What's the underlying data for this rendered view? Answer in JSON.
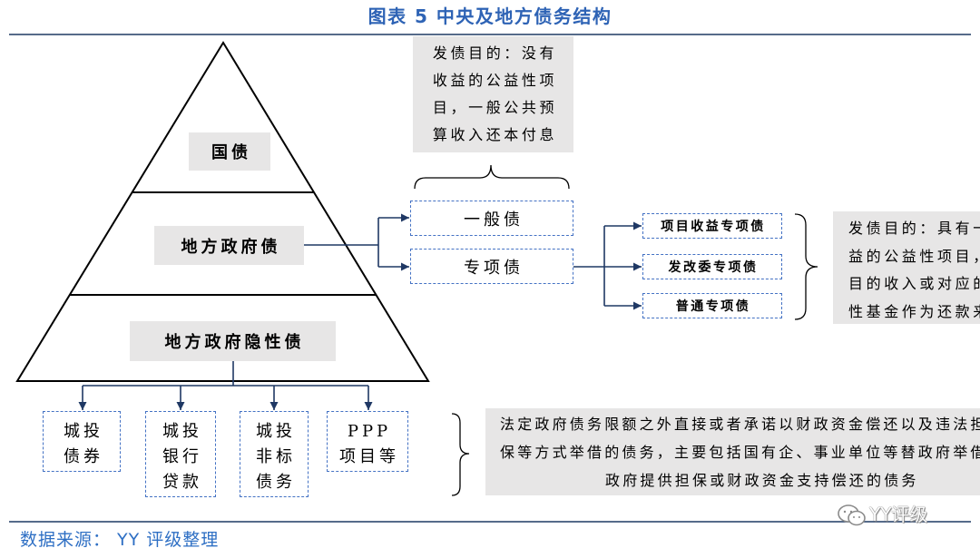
{
  "title": "图表 5 中央及地方债务结构",
  "pyramid": {
    "levels": [
      {
        "label": "国债"
      },
      {
        "label": "地方政府债"
      },
      {
        "label": "地方政府隐性债"
      }
    ]
  },
  "local_government_debt": {
    "general": {
      "label": "一般债",
      "purpose_lines": [
        "发债目的：没有",
        "收益的公益性项",
        "目，一般公共预",
        "算收入还本付息"
      ]
    },
    "special": {
      "label": "专项债",
      "sub_types": [
        "项目收益专项债",
        "发改委专项债",
        "普通专项债"
      ],
      "purpose_lines": [
        "发债目的：具有一",
        "益的公益性项目，",
        "目的收入或对应的",
        "性基金作为还款来"
      ]
    }
  },
  "hidden_debt": {
    "types": [
      {
        "lines": [
          "城投",
          "债券"
        ]
      },
      {
        "lines": [
          "城投",
          "银行",
          "贷款"
        ]
      },
      {
        "lines": [
          "城投",
          "非标",
          "债务"
        ]
      },
      {
        "lines": [
          "PPP",
          "项目等"
        ]
      }
    ],
    "description_lines": [
      "法定政府债务限额之外直接或者承诺以财政资金偿还以及违法担",
      "保等方式举借的债务，主要包括国有企、事业单位等替政府举借",
      "政府提供担保或财政资金支持偿还的债务"
    ]
  },
  "source": "数据来源： YY 评级整理",
  "watermark": {
    "text": "YY评级",
    "icon": "wechat-icon"
  },
  "colors": {
    "title": "#2e63b5",
    "rule": "#1f3a63",
    "box_fill": "#e7e6e6",
    "dashed_border": "#4472c4",
    "connector": "#1f3864",
    "source": "#2e6fc4"
  }
}
